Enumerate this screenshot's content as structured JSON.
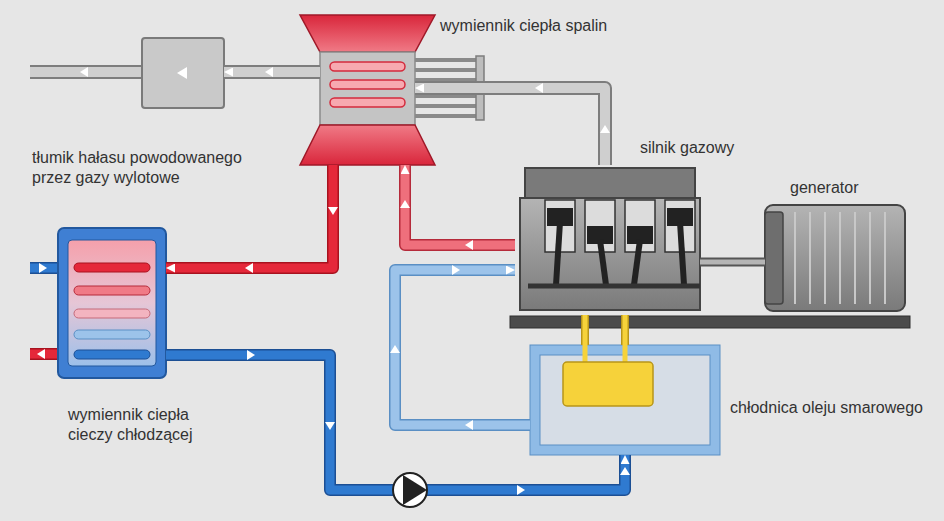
{
  "diagram": {
    "nodes": [
      {
        "text": [
          "wymiennik ciepła spalin"
        ]
      },
      {
        "text": [
          "tłumik hałasu powodowanego przez gazy wylotowe"
        ]
      },
      {
        "text": [
          "silnik gazowy"
        ]
      },
      {
        "text": [
          "generator"
        ]
      },
      {
        "text": [
          "wymiennik ciepła cieczy chłodzącej"
        ]
      },
      {
        "text": [
          "chłodnica oleju smarowego"
        ]
      }
    ],
    "edges": [
      {
        "from": 0,
        "to": 1,
        "arrow": "to"
      },
      {
        "from": 2,
        "to": 0,
        "arrow": "to"
      },
      {
        "from": 2,
        "to": 0,
        "arrow": "to"
      },
      {
        "from": 0,
        "to": 4,
        "arrow": "to"
      },
      {
        "from": 4,
        "to": 5,
        "arrow": "to"
      },
      {
        "from": 5,
        "to": 2,
        "arrow": "to"
      },
      {
        "from": 2,
        "to": 5,
        "arrow": "none"
      },
      {
        "from": 2,
        "to": 5,
        "arrow": "none"
      },
      {
        "from": 2,
        "to": 3,
        "arrow": "none"
      }
    ]
  }
}
